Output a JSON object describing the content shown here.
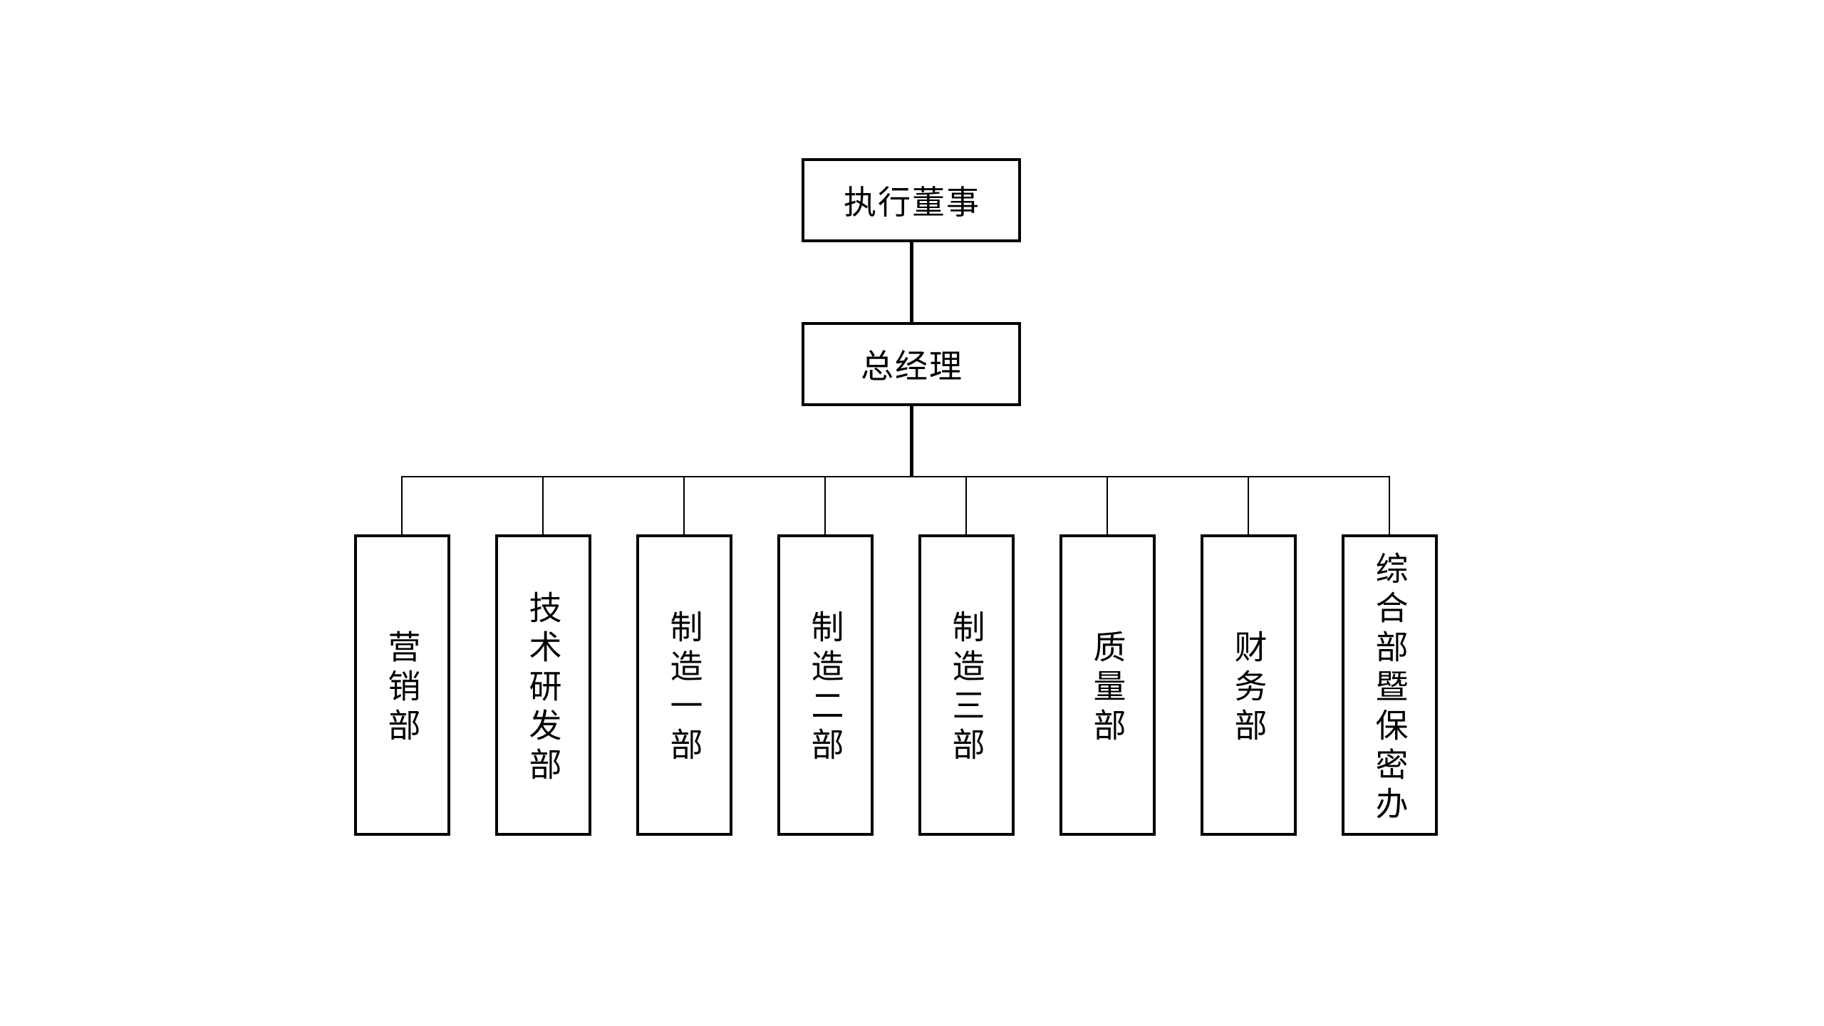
{
  "org_chart": {
    "type": "org-chart",
    "level1": {
      "label": "执行董事"
    },
    "level2": {
      "label": "总经理"
    },
    "level3": {
      "departments": [
        {
          "label": "营销部"
        },
        {
          "label": "技术研发部"
        },
        {
          "label": "制造一部"
        },
        {
          "label": "制造二部"
        },
        {
          "label": "制造三部"
        },
        {
          "label": "质量部"
        },
        {
          "label": "财务部"
        },
        {
          "label": "综合部暨保密办"
        }
      ]
    },
    "colors": {
      "line": "#000000",
      "box_border": "#000000",
      "text": "#000000",
      "background": "#ffffff"
    }
  }
}
